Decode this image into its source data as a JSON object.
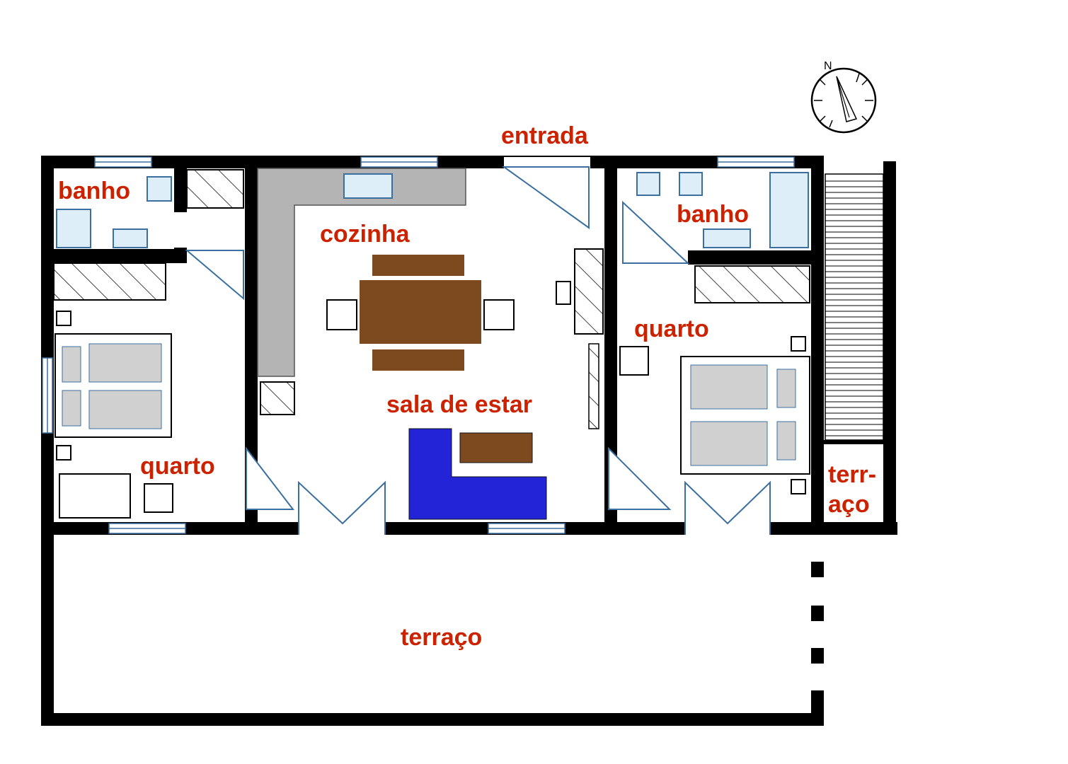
{
  "labels": {
    "entrada": "entrada",
    "banho_left": "banho",
    "banho_right": "banho",
    "cozinha": "cozinha",
    "sala": "sala de estar",
    "quarto_left": "quarto",
    "quarto_right": "quarto",
    "terraco_small_1": "terr-",
    "terraco_small_2": "aço",
    "terraco": "terraço",
    "compass_n": "N"
  },
  "colors": {
    "label": "#cc2200",
    "wall": "#000000",
    "fixture_fill": "#ddeef8",
    "fixture_stroke": "#3a6fa0",
    "counter": "#b4b4b4",
    "table": "#7d4a1f",
    "sofa": "#2323d8",
    "bed_sheet": "#d0d0d0"
  }
}
